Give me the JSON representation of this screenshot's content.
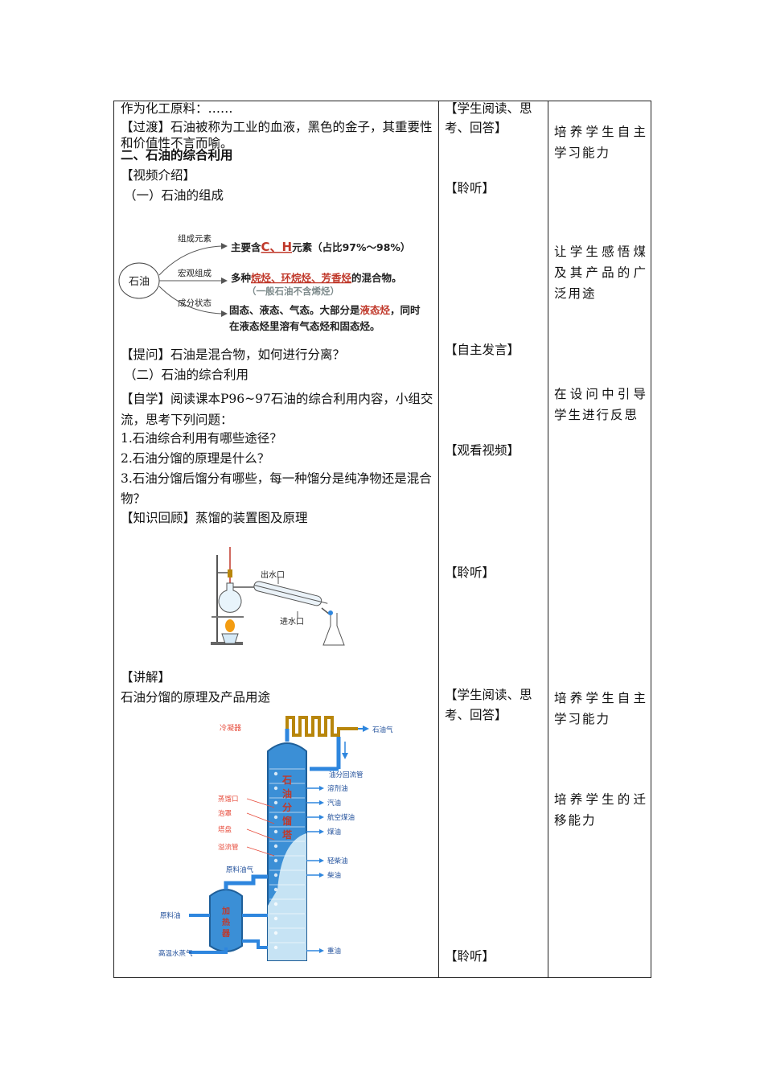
{
  "col1": {
    "line_raw": "作为化工原料：……",
    "transition": "【过渡】石油被称为工业的血液，黑色的金子，其重要性和价值性不言而喻。",
    "section_title": "二、石油的综合利用",
    "video_intro": "【视频介绍】",
    "sub1": "（一）石油的组成",
    "question": "【提问】石油是混合物，如何进行分离？",
    "sub2": "（二）石油的综合利用",
    "self_study": "【自学】阅读课本P96~97石油的综合利用内容，小组交流，思考下列问题：",
    "q1": "1.石油综合利用有哪些途径？",
    "q2": "2.石油分馏的原理是什么？",
    "q3": "3.石油分馏后馏分有哪些，每一种馏分是纯净物还是混合物？",
    "review": "【知识回顾】蒸馏的装置图及原理",
    "explain": "【讲解】",
    "explain_text": "石油分馏的原理及产品用途"
  },
  "composition": {
    "center": "石油",
    "label_elements": "组成元素",
    "label_macro": "宏观组成",
    "label_state": "成分状态",
    "line1_prefix": "主要含",
    "line1_elements": "C、H",
    "line1_suffix": "元素（占比97%～98%）",
    "line2_prefix": "多种",
    "line2_highlight": "烷烃、环烷烃、芳香烃",
    "line2_suffix": "的混合物。",
    "line2_note": "（一般石油不含烯烃）",
    "line3_prefix": "固态、液态、气态。大部分是",
    "line3_highlight": "液态烃",
    "line3_suffix": "，同时",
    "line4": "在液态烃里溶有气态烃和固态烃。",
    "colors": {
      "red": "#c0392b",
      "gray": "#7f8c8d",
      "text": "#222222"
    }
  },
  "distillation": {
    "outlet_label": "出水口",
    "inlet_label": "进水口"
  },
  "tower": {
    "condenser": "冷凝器",
    "petroleum_gas": "石油气",
    "reflux": "油分回流管",
    "tower_name": [
      "石",
      "油",
      "分",
      "馏",
      "塔"
    ],
    "products": [
      "溶剂油",
      "汽油",
      "航空煤油",
      "煤油",
      "轻柴油",
      "柴油",
      "重油"
    ],
    "left_labels": [
      "蒸馏口",
      "泡罩",
      "塔盘",
      "溢流管"
    ],
    "feed_vapor": "原料油气",
    "feed_oil": "原料油",
    "steam": "高温水蒸气",
    "furnace": [
      "加",
      "热",
      "器"
    ],
    "colors": {
      "blue": "#2e86de",
      "label_red": "#e74c3c",
      "product_blue": "#1f4e9a"
    }
  },
  "col2": {
    "a1": "【学生阅读、思考、回答】",
    "a2": "【聆听】",
    "a3": "【自主发言】",
    "a4": "【观看视频】",
    "a5": "【聆听】",
    "a6": "【学生阅读、思考、回答】",
    "a7": "【聆听】"
  },
  "col3": {
    "b1": "培养学生自主学习能力",
    "b2": "让学生感悟煤及其产品的广泛用途",
    "b3": "在设问中引导学生进行反思",
    "b4": "培养学生自主学习能力",
    "b5": "培养学生的迁移能力"
  }
}
